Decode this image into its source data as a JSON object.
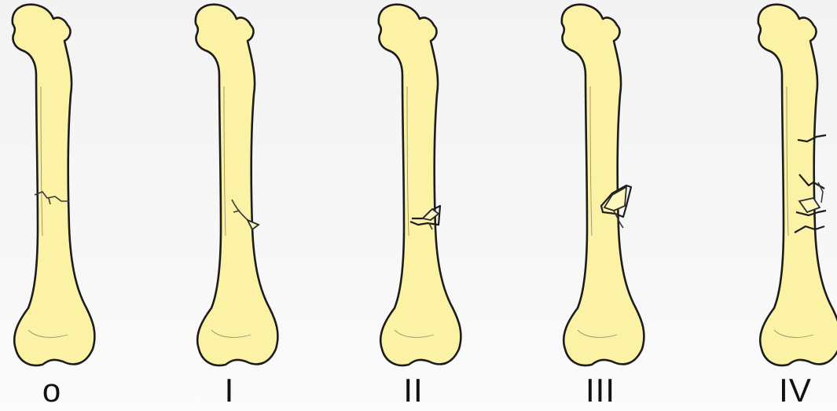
{
  "stages": [
    {
      "label": "o",
      "fracture": "simple-transverse"
    },
    {
      "label": "I",
      "fracture": "small-butterfly"
    },
    {
      "label": "II",
      "fracture": "butterfly-fragment"
    },
    {
      "label": "III",
      "fracture": "large-butterfly"
    },
    {
      "label": "IV",
      "fracture": "segmental"
    }
  ],
  "colors": {
    "bone_fill": "#fbf2a5",
    "bone_outline": "#1c1c1c",
    "background": "#f5f5f5"
  }
}
